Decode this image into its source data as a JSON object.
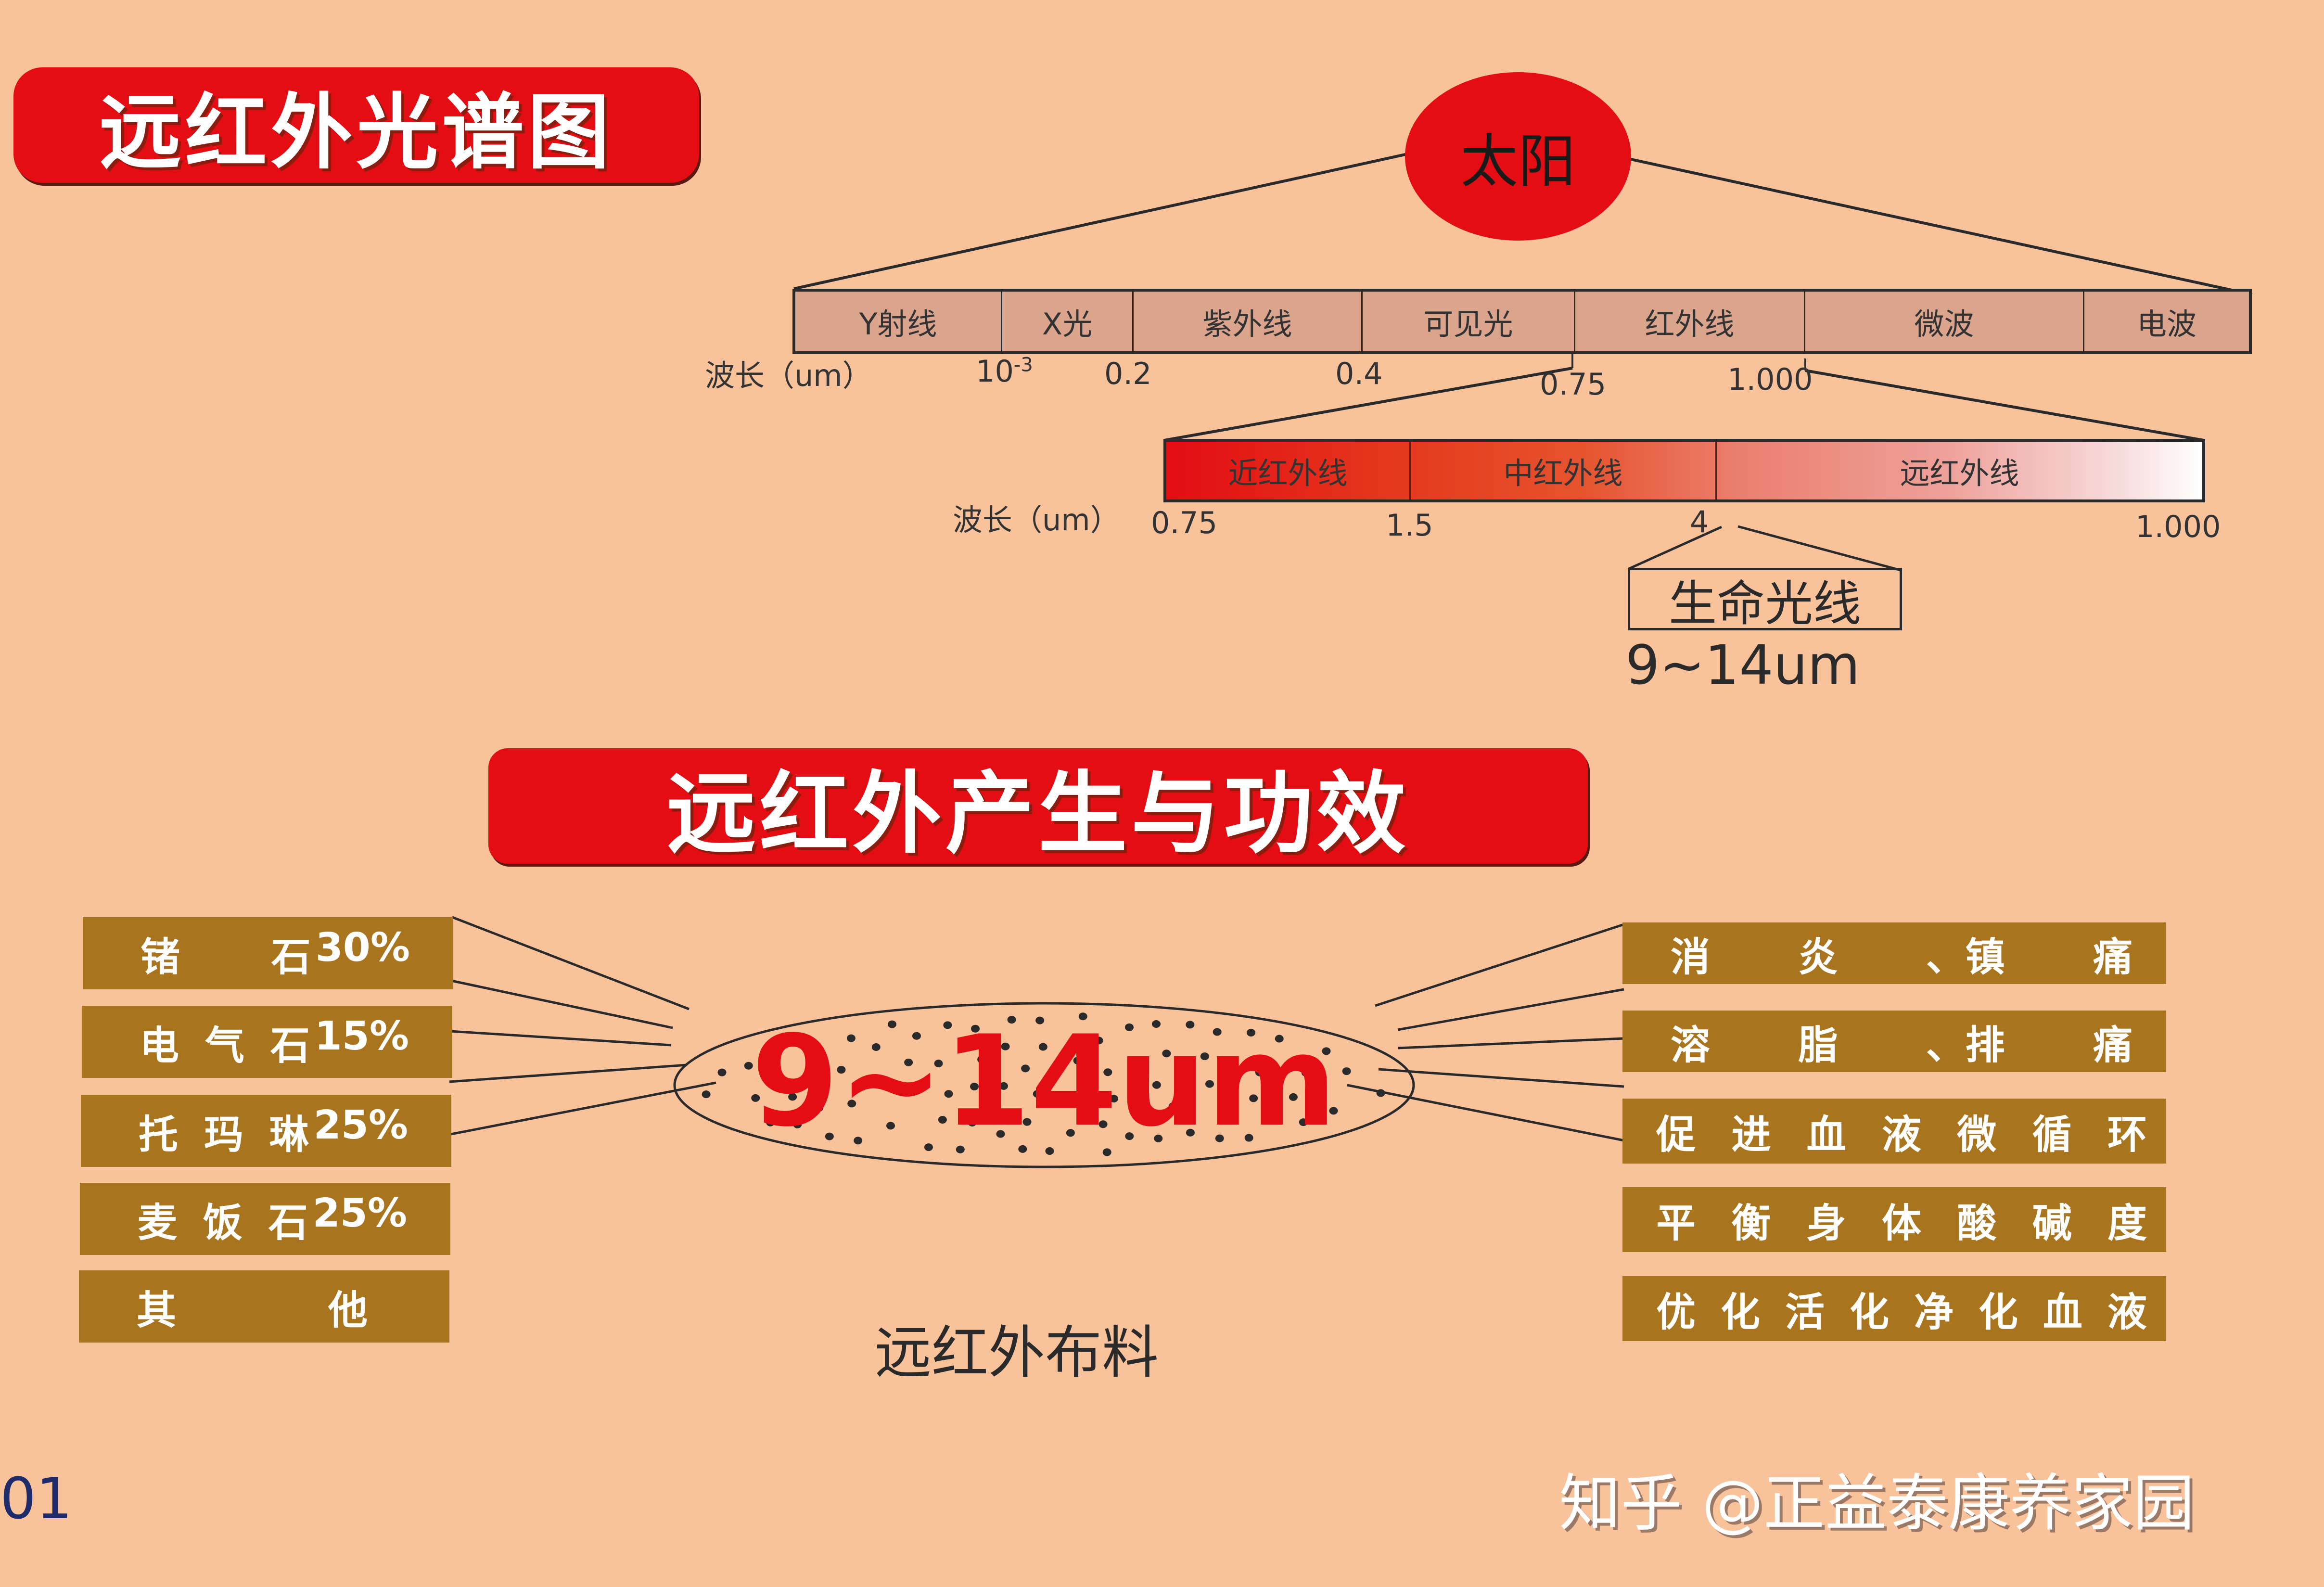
{
  "section1": {
    "title": "远红外光谱图",
    "sun_label": "太阳",
    "spectrum": {
      "bands": [
        "Y射线",
        "X光",
        "紫外线",
        "可见光",
        "红外线",
        "微波",
        "电波"
      ],
      "wavelength_label": "波长（um）",
      "ticks": [
        "10-3",
        "0.2",
        "0.4",
        "0.75",
        "1.000"
      ],
      "tick_10_base": "10",
      "tick_10_exp": "-3"
    },
    "infrared": {
      "bands": [
        "近红外线",
        "中红外线",
        "远红外线"
      ],
      "wavelength_label": "波长（um）",
      "ticks": [
        "0.75",
        "1.5",
        "4",
        "1.000"
      ]
    },
    "life_ray": {
      "label": "生命光线",
      "range": "9~14um"
    }
  },
  "section2": {
    "title": "远红外产生与功效",
    "center": {
      "range": "9~14um",
      "caption": "远红外布料"
    },
    "materials": [
      {
        "name_parts": [
          "锗",
          "",
          "石"
        ],
        "percent": "30%"
      },
      {
        "name_parts": [
          "电",
          "气",
          "石"
        ],
        "percent": "15%"
      },
      {
        "name_parts": [
          "托",
          "玛",
          "琳"
        ],
        "percent": "25%"
      },
      {
        "name_parts": [
          "麦",
          "饭",
          "石"
        ],
        "percent": "25%"
      },
      {
        "name_parts": [
          "其",
          "",
          "他"
        ],
        "percent": ""
      }
    ],
    "effects": [
      [
        "消",
        "炎",
        "、镇",
        "痛"
      ],
      [
        "溶",
        "脂",
        "、排",
        "痛"
      ],
      [
        "促",
        "进",
        "血",
        "液",
        "微",
        "循",
        "环"
      ],
      [
        "平",
        "衡",
        "身",
        "体",
        "酸",
        "碱",
        "度"
      ],
      [
        "优",
        "化",
        "活",
        "化",
        "净",
        "化",
        "血",
        "液"
      ]
    ]
  },
  "footer": {
    "page_number": "01",
    "watermark": "知乎 @正益泰康养家园"
  },
  "colors": {
    "background": "#f8c29b",
    "banner_red": "#e30d13",
    "sun_red": "#e30d13",
    "spectrum_band": "#dba48c",
    "box_brown": "#a8741e",
    "ink": "#2a2a2a",
    "page_number_blue": "#1f2a6b"
  }
}
